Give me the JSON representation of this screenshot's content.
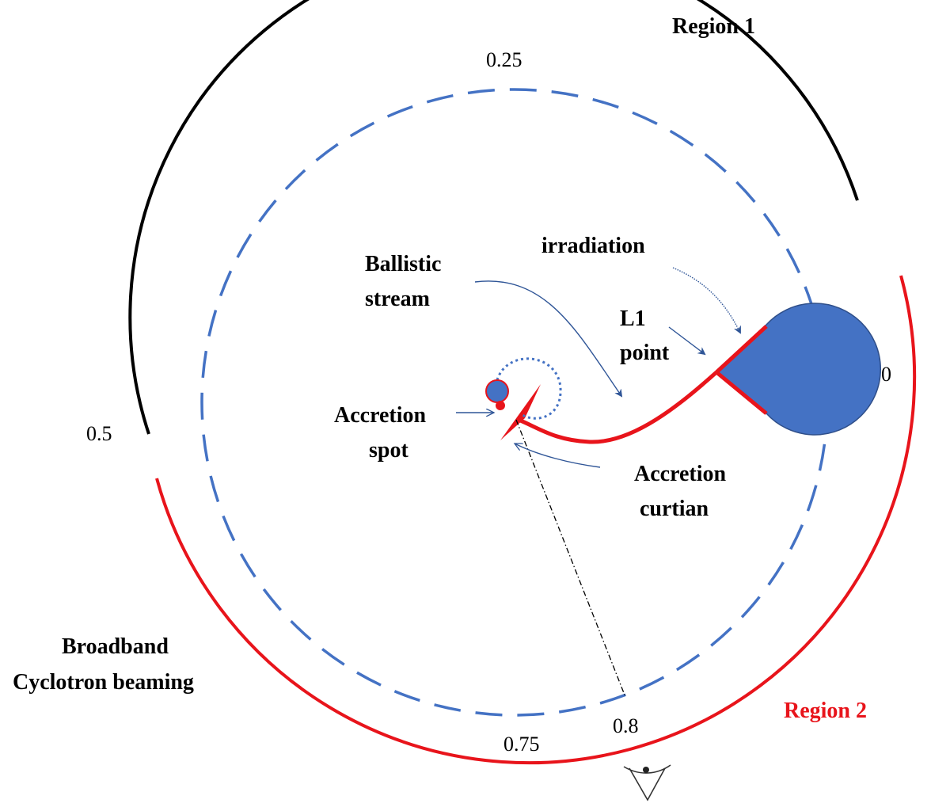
{
  "diagram": {
    "colors": {
      "blue": "#4472c4",
      "red": "#e8141b",
      "black": "#000000",
      "arrow": "#2f5597"
    },
    "phase_labels": {
      "p0": "0",
      "p025": "0.25",
      "p05": "0.5",
      "p075": "0.75",
      "p08": "0.8"
    },
    "region1": "Region 1",
    "region2": "Region 2",
    "irradiation": "irradiation",
    "ballistic_stream": [
      "Ballistic",
      "stream"
    ],
    "l1_point": [
      "L1",
      "point"
    ],
    "accretion_spot": [
      "Accretion",
      "spot"
    ],
    "accretion_curtain": [
      "Accretion",
      "curtian"
    ],
    "broadband": [
      "Broadband",
      "Cyclotron beaming"
    ]
  }
}
